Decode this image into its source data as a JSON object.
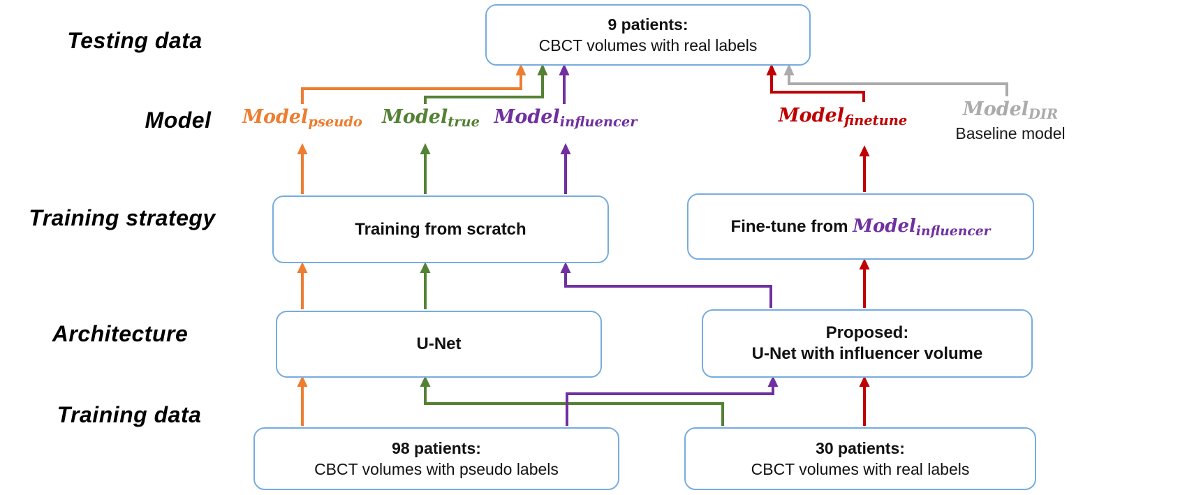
{
  "colors": {
    "orange": "#ED7D31",
    "green": "#548235",
    "purple": "#7030A0",
    "red": "#C00000",
    "gray": "#ABABAB",
    "box_border": "#76ACDF",
    "text": "#111111"
  },
  "row_labels": {
    "testing_data": "Testing data",
    "model": "Model",
    "training_strategy": "Training strategy",
    "architecture": "Architecture",
    "training_data": "Training data"
  },
  "boxes": {
    "test": {
      "line1": "9 patients:",
      "line2": "CBCT volumes with real labels"
    },
    "scratch": {
      "label": "Training from scratch"
    },
    "finetune": {
      "prefix": "Fine-tune from ",
      "model_base": "Model",
      "model_sub": "influencer"
    },
    "unet": {
      "label": "U-Net"
    },
    "proposed": {
      "line1": "Proposed:",
      "line2": "U-Net with influencer volume"
    },
    "train98": {
      "line1": "98 patients:",
      "line2": "CBCT volumes with pseudo labels"
    },
    "train30": {
      "line1": "30 patients:",
      "line2": "CBCT volumes with real labels"
    }
  },
  "models": {
    "pseudo": {
      "base": "Model",
      "sub": "pseudo"
    },
    "true": {
      "base": "Model",
      "sub": "true"
    },
    "influencer": {
      "base": "Model",
      "sub": "influencer"
    },
    "finetune": {
      "base": "Model",
      "sub": "finetune"
    },
    "dir": {
      "base": "Model",
      "sub": "DIR",
      "caption": "Baseline model"
    }
  }
}
